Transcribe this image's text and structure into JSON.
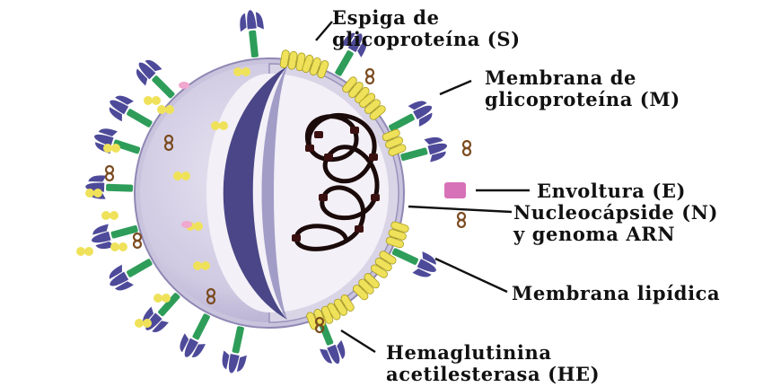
{
  "labels": {
    "spike": {
      "line1": "Espiga de",
      "line2": "glicoproteína (S)"
    },
    "membrane_glyco": {
      "line1": "Membrana de",
      "line2": "glicoproteína (M)"
    },
    "envelope": {
      "text": "Envoltura (E)"
    },
    "nucleocapsid": {
      "line1": "Nucleocápside (N)",
      "line2": "y genoma ARN"
    },
    "lipid_membrane": {
      "text": "Membrana lipídica"
    },
    "hemagglutinin": {
      "line1": "Hemaglutinina",
      "line2": "acetilesterasa (HE)"
    }
  },
  "colors": {
    "virion_body": "#ccc6e0",
    "cut_face": "#f4f1f8",
    "spike_head": "#4e4a9a",
    "spike_stem": "#2f9d5a",
    "membrane_protein": "#efe25a",
    "envelope_protein": "#d772b8",
    "he_protein": "#7a4a1e",
    "rna": "#1b0a0a"
  },
  "icons": [
    "spike-glycoprotein-icon",
    "membrane-protein-icon",
    "envelope-protein-icon",
    "he-protein-icon",
    "rna-genome-icon"
  ]
}
